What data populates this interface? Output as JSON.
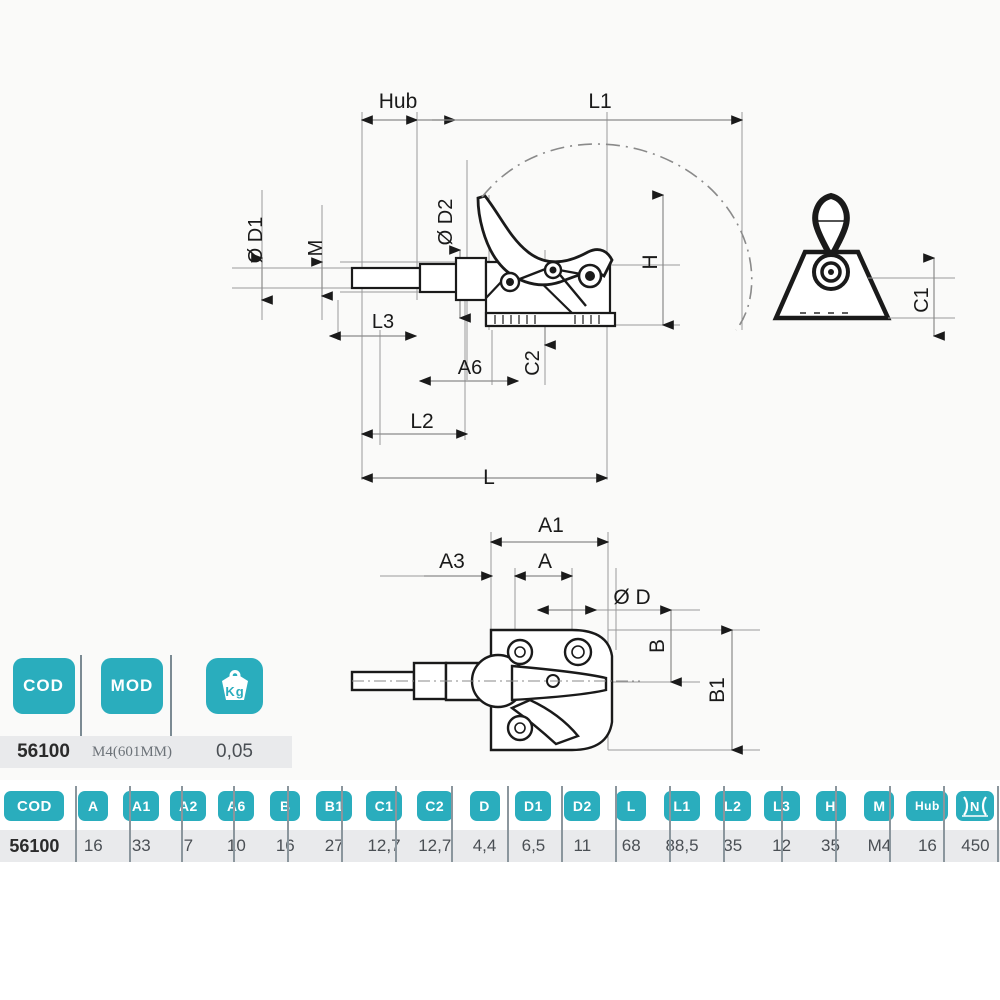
{
  "product": {
    "code": "56100",
    "model": "M4(601MM)",
    "weight": "0,05"
  },
  "summary": {
    "cod_label": "COD",
    "mod_label": "MOD",
    "kg_label": "Kg",
    "kg_icon": "weight-icon"
  },
  "colors": {
    "accent": "#2AADBD",
    "value_row_bg": "#E9EAEC",
    "drawing_bg": "#FAFAF9",
    "line": "#1A1A1A",
    "dim_line": "#8A8A8A"
  },
  "drawing": {
    "side_view_dimensions": [
      "Hub",
      "L1",
      "D1",
      "M",
      "D2",
      "H",
      "L3",
      "A6",
      "C2",
      "L2",
      "L"
    ],
    "front_view_dimensions": [
      "C1"
    ],
    "plan_view_dimensions": [
      "A1",
      "A3",
      "A",
      "D",
      "B",
      "B1"
    ],
    "diameter_symbol": "Ø",
    "labels": {
      "hub": "Hub",
      "l1": "L1",
      "d1": "D1",
      "m": "M",
      "d2": "D2",
      "h": "H",
      "l3": "L3",
      "a6": "A6",
      "c2": "C2",
      "l2": "L2",
      "l": "L",
      "c1": "C1",
      "a1": "A1",
      "a3": "A3",
      "a": "A",
      "d": "D",
      "b": "B",
      "b1": "B1"
    }
  },
  "spec_table": {
    "headers": [
      {
        "key": "cod",
        "label": "COD",
        "icon": null,
        "width": 76,
        "badge": "w-cod"
      },
      {
        "key": "a",
        "label": "A",
        "icon": null,
        "width": 54,
        "badge": "w-1"
      },
      {
        "key": "a1",
        "label": "A1",
        "icon": null,
        "width": 52,
        "badge": "w-2"
      },
      {
        "key": "a2",
        "label": "A2",
        "icon": null,
        "width": 52,
        "badge": "w-2"
      },
      {
        "key": "a6",
        "label": "A6",
        "icon": null,
        "width": 54,
        "badge": "w-2"
      },
      {
        "key": "b",
        "label": "B",
        "icon": null,
        "width": 54,
        "badge": "w-1"
      },
      {
        "key": "b1",
        "label": "B1",
        "icon": null,
        "width": 54,
        "badge": "w-2"
      },
      {
        "key": "c1",
        "label": "C1",
        "icon": null,
        "width": 56,
        "badge": "w-2"
      },
      {
        "key": "c2",
        "label": "C2",
        "icon": null,
        "width": 56,
        "badge": "w-2"
      },
      {
        "key": "d",
        "label": "D",
        "icon": null,
        "width": 54,
        "badge": "w-1"
      },
      {
        "key": "d1",
        "label": "D1",
        "icon": null,
        "width": 54,
        "badge": "w-2"
      },
      {
        "key": "d2",
        "label": "D2",
        "icon": null,
        "width": 54,
        "badge": "w-2"
      },
      {
        "key": "l",
        "label": "L",
        "icon": null,
        "width": 54,
        "badge": "w-1"
      },
      {
        "key": "l1",
        "label": "L1",
        "icon": null,
        "width": 58,
        "badge": "w-2"
      },
      {
        "key": "l2",
        "label": "L2",
        "icon": null,
        "width": 54,
        "badge": "w-2"
      },
      {
        "key": "l3",
        "label": "L3",
        "icon": null,
        "width": 54,
        "badge": "w-2"
      },
      {
        "key": "h",
        "label": "H",
        "icon": null,
        "width": 54,
        "badge": "w-1"
      },
      {
        "key": "m",
        "label": "M",
        "icon": null,
        "width": 54,
        "badge": "w-1"
      },
      {
        "key": "hub",
        "label": "Hub",
        "icon": null,
        "width": 52,
        "badge": "w-3"
      },
      {
        "key": "n",
        "label": "",
        "icon": "clamping-force-icon",
        "width": 54,
        "badge": "w-n"
      }
    ],
    "row": {
      "cod": "56100",
      "a": "16",
      "a1": "33",
      "a2": "7",
      "a6": "10",
      "b": "16",
      "b1": "27",
      "c1": "12,7",
      "c2": "12,7",
      "d": "4,4",
      "d1": "6,5",
      "d2": "11",
      "l": "68",
      "l1": "88,5",
      "l2": "35",
      "l3": "12",
      "h": "35",
      "m": "M4",
      "hub": "16",
      "n": "450"
    }
  }
}
